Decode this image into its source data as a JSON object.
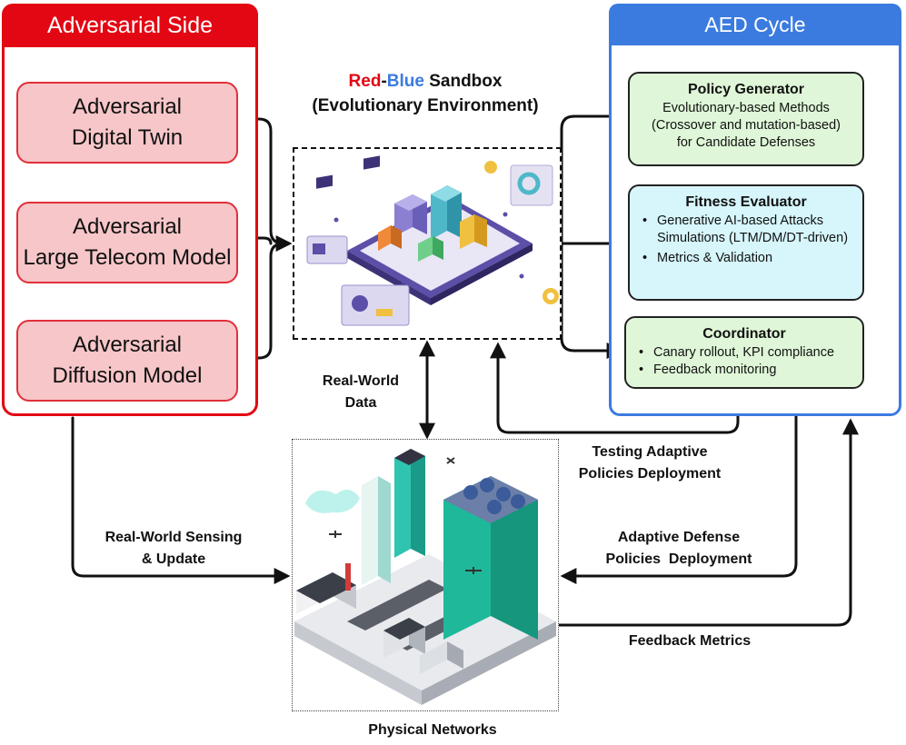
{
  "adversarial_panel": {
    "title": "Adversarial Side",
    "items": [
      {
        "line1": "Adversarial",
        "line2": "Digital Twin"
      },
      {
        "line1": "Adversarial",
        "line2": "Large Telecom Model"
      },
      {
        "line1": "Adversarial",
        "line2": "Diffusion Model"
      }
    ]
  },
  "sandbox": {
    "title_red": "Red",
    "title_dash": "-",
    "title_blue": "Blue",
    "title_rest": " Sandbox",
    "subtitle": "(Evolutionary Environment)"
  },
  "aed_panel": {
    "title": "AED Cycle",
    "policy_generator": {
      "title": "Policy Generator",
      "lines": [
        "Evolutionary-based Methods",
        "(Crossover and mutation-based)",
        "for Candidate Defenses"
      ]
    },
    "fitness_evaluator": {
      "title": "Fitness Evaluator",
      "bullets": [
        "Generative AI-based Attacks Simulations (LTM/DM/DT-driven)",
        "Metrics & Validation"
      ]
    },
    "coordinator": {
      "title": "Coordinator",
      "bullets": [
        "Canary rollout, KPI compliance",
        "Feedback monitoring"
      ]
    }
  },
  "labels": {
    "real_world_data": [
      "Real-World",
      "Data"
    ],
    "testing_adaptive": [
      "Testing Adaptive",
      "Policies Deployment"
    ],
    "real_world_sensing": [
      "Real-World Sensing",
      "& Update"
    ],
    "adaptive_defense": [
      "Adaptive Defense",
      "Policies  Deployment"
    ],
    "feedback_metrics": "Feedback Metrics",
    "physical_networks": "Physical Networks"
  },
  "colors": {
    "adversarial_red": "#e30613",
    "adversarial_box_fill": "#f7c6c8",
    "aed_blue": "#3b7be0",
    "policy_fill": "#dff7d8",
    "fitness_fill": "#d6f6fb"
  }
}
